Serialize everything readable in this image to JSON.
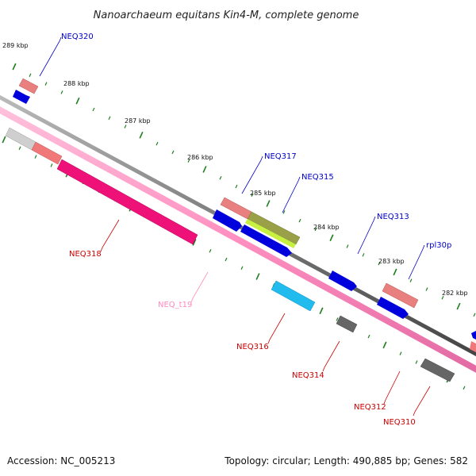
{
  "title": "Nanoarchaeum equitans Kin4-M, complete genome",
  "ticks": [
    "289 kbp",
    "288 kbp",
    "287 kbp",
    "286 kbp",
    "285 kbp",
    "284 kbp",
    "283 kbp",
    "282 kbp"
  ],
  "genes": [
    {
      "name": "NEQ320",
      "color": "#0000c8"
    },
    {
      "name": "NEQ318",
      "color": "#cc0000"
    },
    {
      "name": "NEQ317",
      "color": "#0000c8"
    },
    {
      "name": "NEQ315",
      "color": "#0000c8"
    },
    {
      "name": "NEQ313",
      "color": "#0000c8"
    },
    {
      "name": "rpl30p",
      "color": "#0000c8"
    },
    {
      "name": "NEQ_t19",
      "color": "#ff88bb"
    },
    {
      "name": "NEQ316",
      "color": "#cc0000"
    },
    {
      "name": "NEQ314",
      "color": "#cc0000"
    },
    {
      "name": "NEQ312",
      "color": "#cc0000"
    },
    {
      "name": "NEQ310",
      "color": "#cc0000"
    }
  ],
  "footer": {
    "accession": "Accession: NC_005213",
    "topology": "Topology: circular; Length: 490,885 bp; Genes: 582"
  }
}
